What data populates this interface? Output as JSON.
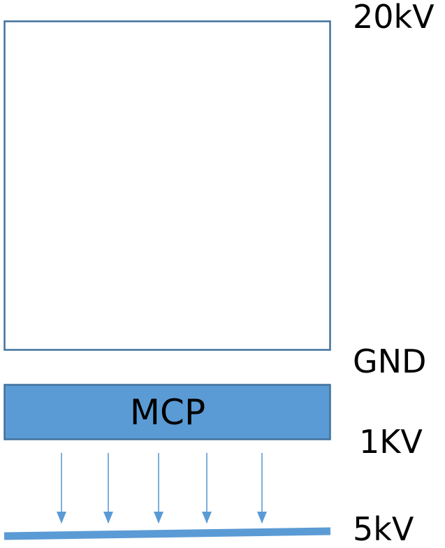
{
  "labels": {
    "top_voltage": "20kV",
    "gnd": "GND",
    "mcp_voltage": "1KV",
    "bottom_voltage": "5kV",
    "mcp": "MCP"
  },
  "colors": {
    "box_stroke": "#41719c",
    "mcp_fill": "#5b9bd5",
    "arrow": "#5b9bd5",
    "plate": "#5b9bd5",
    "text": "#000000"
  },
  "arrow_count": 5
}
